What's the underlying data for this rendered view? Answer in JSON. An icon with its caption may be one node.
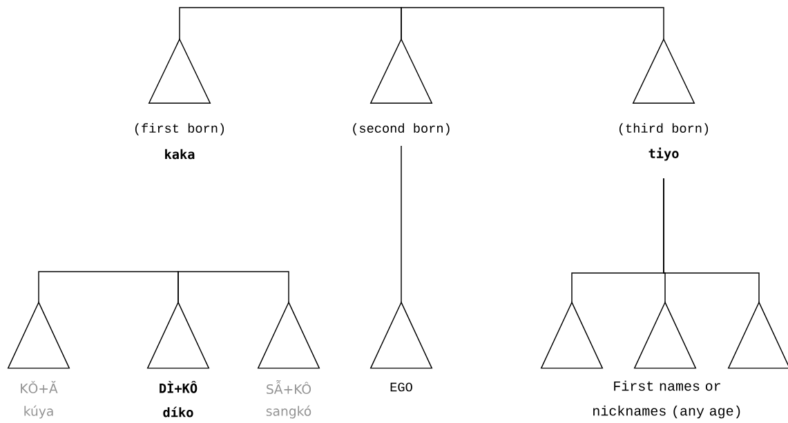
{
  "diagram": {
    "nodes": [
      {
        "text": [
          "(first born)",
          "kaka"
        ]
      },
      {
        "text": [
          "(second born)"
        ]
      },
      {
        "text": [
          "(third born)",
          "tiyo"
        ]
      },
      {
        "text": [
          "KǑ+Ă",
          "kúya"
        ]
      },
      {
        "text": [
          "DÌ+KÔ",
          "díko"
        ]
      },
      {
        "text": [
          "SẪ+KÔ",
          "sangkó"
        ]
      },
      {
        "text": [
          "EGO"
        ]
      },
      {
        "text": [],
        "shape": "triangle"
      },
      {
        "text": [],
        "shape": "triangle"
      },
      {
        "text": [],
        "shape": "triangle"
      }
    ],
    "edges": [
      {
        "from": 0,
        "to": 1,
        "arrow": "none"
      },
      {
        "from": 1,
        "to": 2,
        "arrow": "none"
      },
      {
        "from": 3,
        "to": 4,
        "arrow": "none"
      },
      {
        "from": 4,
        "to": 5,
        "arrow": "none"
      },
      {
        "from": 1,
        "to": 6,
        "arrow": "none"
      },
      {
        "from": 2,
        "to": 7,
        "arrow": "none"
      },
      {
        "from": 2,
        "to": 8,
        "arrow": "none"
      },
      {
        "from": 2,
        "to": 9,
        "arrow": "none"
      }
    ],
    "labels": [
      "First names or nicknames (any age)"
    ]
  }
}
